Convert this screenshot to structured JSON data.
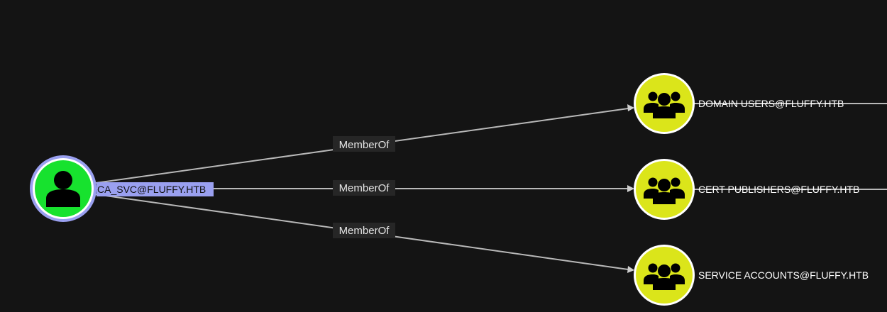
{
  "graph": {
    "background": "#141414",
    "source_node": {
      "label": "CA_SVC@FLUFFY.HTB",
      "kind": "user",
      "icon": "user-icon",
      "fill_color": "#17e22e",
      "ring_color": "#9aa0f0",
      "selected": true
    },
    "target_nodes": [
      {
        "label": "DOMAIN USERS@FLUFFY.HTB",
        "kind": "group",
        "icon": "group-icon",
        "fill_color": "#dbe51a",
        "ring_color": "#ffffff"
      },
      {
        "label": "CERT PUBLISHERS@FLUFFY.HTB",
        "kind": "group",
        "icon": "group-icon",
        "fill_color": "#dbe51a",
        "ring_color": "#ffffff"
      },
      {
        "label": "SERVICE ACCOUNTS@FLUFFY.HTB",
        "kind": "group",
        "icon": "group-icon",
        "fill_color": "#dbe51a",
        "ring_color": "#ffffff"
      }
    ],
    "edges": [
      {
        "label": "MemberOf"
      },
      {
        "label": "MemberOf"
      },
      {
        "label": "MemberOf"
      }
    ]
  }
}
